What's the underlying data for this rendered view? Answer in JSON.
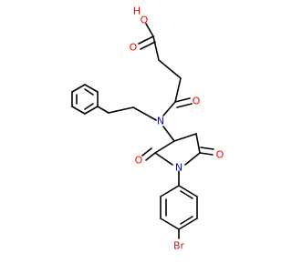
{
  "atoms": {
    "oh_o": "O",
    "oh_h": "H",
    "acid_o": "O",
    "amide_o": "O",
    "amide_n": "N",
    "imide_o1": "O",
    "imide_n": "N",
    "imide_o2": "O",
    "br": "Br"
  },
  "colors": {
    "bond": "#000000",
    "oxygen": "#ff0000",
    "nitrogen": "#0000ff",
    "bromine": "#a52a2a"
  }
}
